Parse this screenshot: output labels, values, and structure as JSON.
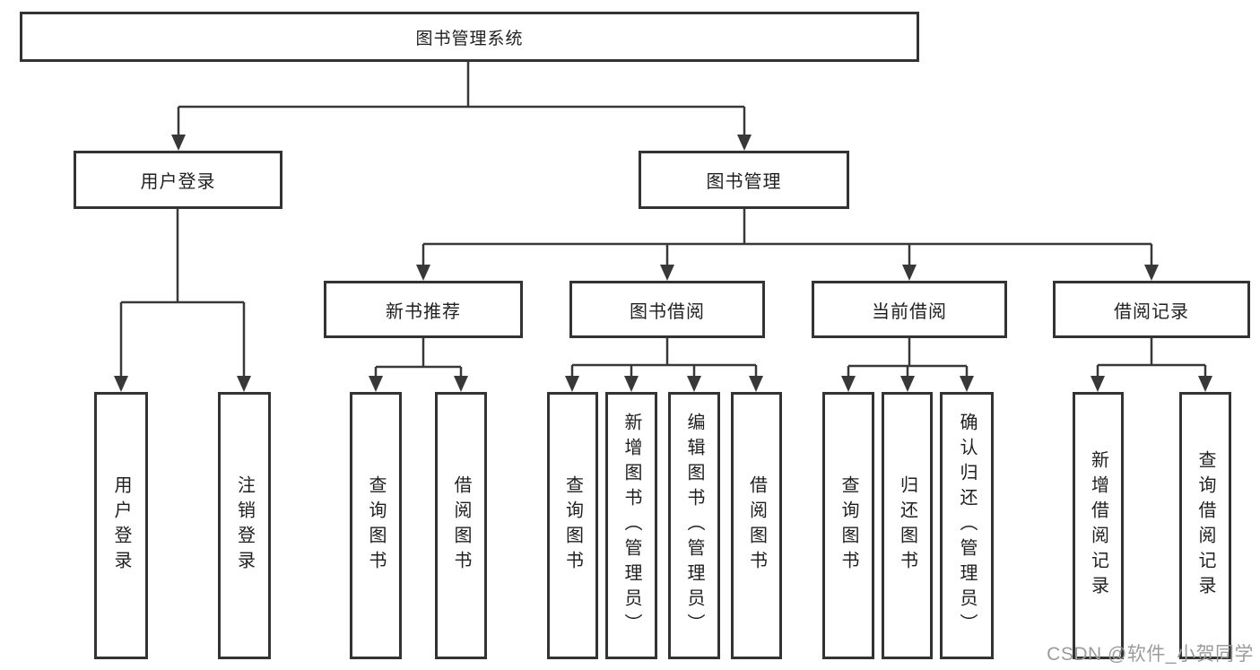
{
  "diagram": {
    "type": "hierarchy",
    "tree": {
      "label": "图书管理系统",
      "children": [
        {
          "label": "用户登录",
          "children": [
            {
              "label": "用户登录"
            },
            {
              "label": "注销登录"
            }
          ]
        },
        {
          "label": "图书管理",
          "children": [
            {
              "label": "新书推荐",
              "children": [
                {
                  "label": "查询图书"
                },
                {
                  "label": "借阅图书"
                }
              ]
            },
            {
              "label": "图书借阅",
              "children": [
                {
                  "label": "查询图书"
                },
                {
                  "label": "新增图书（管理员）"
                },
                {
                  "label": "编辑图书（管理员）"
                },
                {
                  "label": "借阅图书"
                }
              ]
            },
            {
              "label": "当前借阅",
              "children": [
                {
                  "label": "查询图书"
                },
                {
                  "label": "归还图书"
                },
                {
                  "label": "确认归还（管理员）"
                }
              ]
            },
            {
              "label": "借阅记录",
              "children": [
                {
                  "label": "新增借阅记录"
                },
                {
                  "label": "查询借阅记录"
                }
              ]
            }
          ]
        }
      ]
    },
    "colors": {
      "box_border": "#333333",
      "connector_line": "#383838",
      "text": "#1f1f1f",
      "background": "#ffffff",
      "watermark": "#9b9b9b"
    }
  },
  "watermark": "CSDN @软件_小贺同学"
}
